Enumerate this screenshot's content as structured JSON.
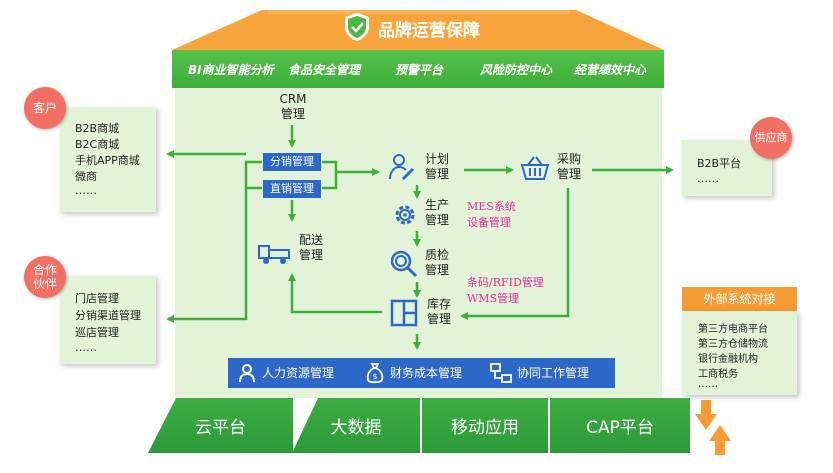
{
  "roof": {
    "title": "品牌运营保障"
  },
  "top_modules": [
    "BI商业智能分析",
    "食品安全管理",
    "预警平台",
    "风险防控中心",
    "经营绩效中心"
  ],
  "customer": {
    "badge": "客户",
    "items": [
      "B2B商城",
      "B2C商城",
      "手机APP商城",
      "微商",
      "……"
    ]
  },
  "partner": {
    "badge_line1": "合作",
    "badge_line2": "伙伴",
    "items": [
      "门店管理",
      "分销渠道管理",
      "巡店管理",
      "……"
    ]
  },
  "supplier": {
    "badge": "供应商",
    "items": [
      "B2B平台",
      "……"
    ]
  },
  "flow": {
    "crm_line1": "CRM",
    "crm_line2": "管理",
    "distribution": "分销管理",
    "direct": "直销管理",
    "delivery_line1": "配送",
    "delivery_line2": "管理",
    "plan_line1": "计划",
    "plan_line2": "管理",
    "procure_line1": "采购",
    "procure_line2": "管理",
    "production_line1": "生产",
    "production_line2": "管理",
    "qc_line1": "质检",
    "qc_line2": "管理",
    "inventory_line1": "库存",
    "inventory_line2": "管理",
    "mes_line1": "MES系统",
    "mes_line2": "设备管理",
    "barcode_line1": "条码/RFID管理",
    "barcode_line2": "WMS管理"
  },
  "bottom_bar": {
    "hr": "人力资源管理",
    "finance": "财务成本管理",
    "collab": "协同工作管理"
  },
  "external": {
    "title": "外部系统对接",
    "items": [
      "第三方电商平台",
      "第三方仓储物流",
      "银行金融机构",
      "工商税务",
      "……"
    ]
  },
  "platforms": [
    "云平台",
    "大数据",
    "移动应用",
    "CAP平台"
  ],
  "colors": {
    "green": "#3fae3a",
    "light_green": "#e2f3d8",
    "blue": "#2d67c8",
    "red_badge": "#f26f63",
    "orange": "#f59d33",
    "pink": "#e0309a"
  }
}
